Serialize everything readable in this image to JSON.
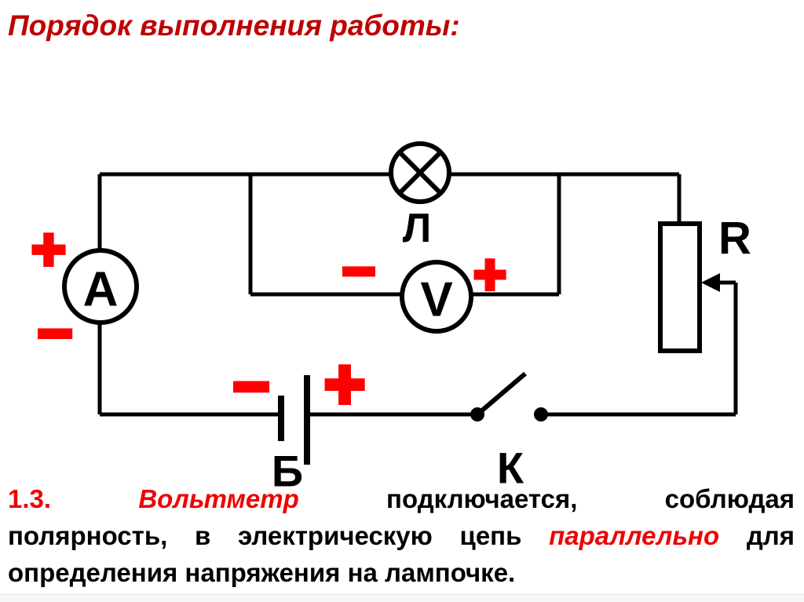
{
  "title": "Порядок выполнения работы:",
  "colors": {
    "title_red": "#BE0000",
    "accent_red": "#F00000",
    "sign_red": "#FF0000",
    "wire_black": "#000000"
  },
  "circuit": {
    "ammeter": {
      "label": "A",
      "plus": "+",
      "minus": "−"
    },
    "voltmeter": {
      "label": "V",
      "plus": "+",
      "minus": "−"
    },
    "lamp": {
      "label": "Л"
    },
    "battery": {
      "label": "Б",
      "plus": "+",
      "minus": "−"
    },
    "switch": {
      "label": "К"
    },
    "rheostat": {
      "label": "R"
    }
  },
  "paragraph": {
    "number": "1.3.",
    "term_voltmeter": "Вольтметр",
    "line1_mid": "подключается,",
    "line1_end": "соблюдая",
    "line2_start": "полярность, в электрическую цепь",
    "term_parallel": "параллельно",
    "line2_end": "для",
    "line3": "определения напряжения на лампочке."
  }
}
